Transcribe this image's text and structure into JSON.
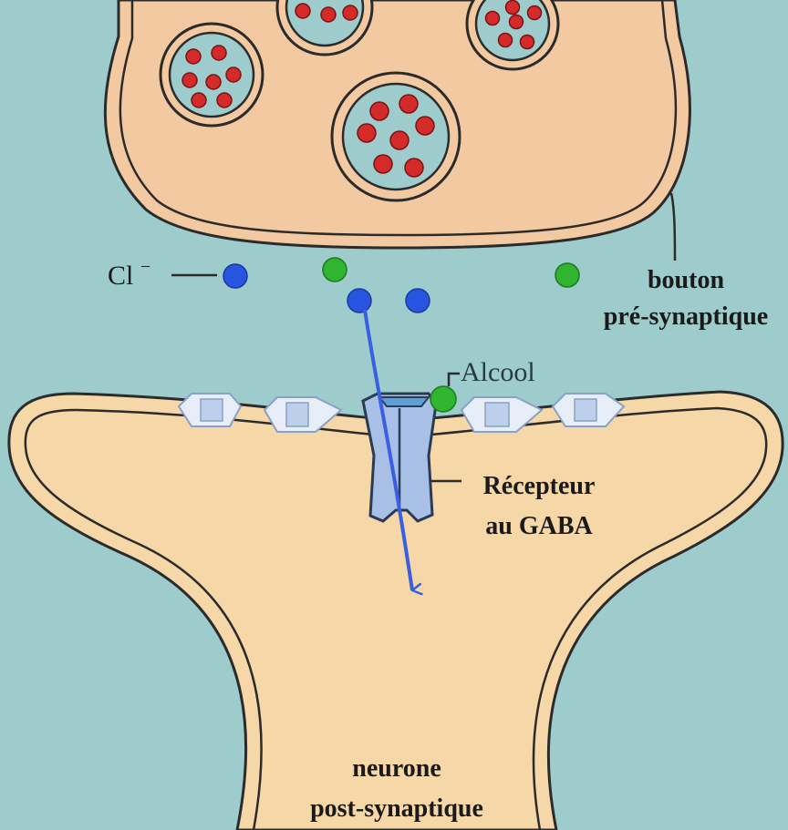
{
  "diagram": {
    "labels": {
      "chloride_ion": "Cl",
      "chloride_charge": "−",
      "presynaptic_line1": "bouton",
      "presynaptic_line2": "pré-synaptique",
      "alcohol": "Alcool",
      "receptor_line1": "Récepteur",
      "receptor_line2": "au GABA",
      "postsynaptic_line1": "neurone",
      "postsynaptic_line2": "post-synaptique"
    },
    "colors": {
      "background": "#9ecccd",
      "presynaptic_fill": "#f2c9a0",
      "postsynaptic_fill": "#f5d7a8",
      "vesicle_fill": "#9ecccd",
      "neurotransmitter": "#d42a2a",
      "chloride_ion": "#2855e0",
      "alcohol_molecule": "#2fb52f",
      "receptor": "#a9c0e6",
      "ion_path_arrow": "#3a5fe0",
      "outline": "#2b2b2b"
    }
  }
}
